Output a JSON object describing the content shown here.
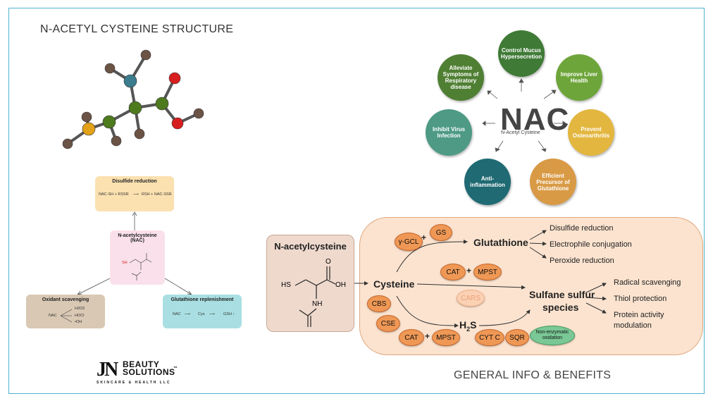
{
  "titles": {
    "structure": "N-ACETYL CYSTEINE STRUCTURE",
    "general": "GENERAL INFO & BENEFITS"
  },
  "mechanism": {
    "disulfide": {
      "title": "Disulfide reduction",
      "eq_left": "NAC-SH + RSSR",
      "eq_right": "RSH + NAC-SSR"
    },
    "nac": {
      "title_line1": "N-acetylcysteine",
      "title_line2": "(NAC)",
      "sh": "SH"
    },
    "oxidant": {
      "title": "Oxidant scavenging",
      "nac": "NAC",
      "products": [
        "H2O2",
        "HOCl",
        "•OH"
      ]
    },
    "glutathione": {
      "title": "Glutathione replenishment",
      "nac": "NAC",
      "cys": "Cys",
      "gsh": "GSH ↑"
    }
  },
  "logo": {
    "initials": "JN",
    "line1": "BEAUTY",
    "line2": "SOLUTIONS",
    "tm": "™",
    "tagline": "SKINCARE & HEALTH LLC"
  },
  "benefits": {
    "center_title": "NAC",
    "center_subtitle": "N-Acetyl Cysteine",
    "items": [
      {
        "label": "Control Mucus Hypersecretion",
        "color": "#3f7a36"
      },
      {
        "label": "Improve Liver Health",
        "color": "#6ea53b"
      },
      {
        "label": "Prevent Osteoarthritis",
        "color": "#e3b63f"
      },
      {
        "label": "Efficient Precursor of Glutathione",
        "color": "#d99a45"
      },
      {
        "label": "Anti-inflammation",
        "color": "#1f6a73"
      },
      {
        "label": "Inhibit Virus Infection",
        "color": "#4e9a85"
      },
      {
        "label": "Alleviate Symptoms of Respiratory disease",
        "color": "#4f7f33"
      }
    ]
  },
  "pathway": {
    "nac_title": "N-acetylcysteine",
    "hs": "HS",
    "oh": "OH",
    "o": "O",
    "nh": "NH",
    "cysteine": "Cysteine",
    "glutathione": "Glutathione",
    "sulfane_line1": "Sulfane sulfur",
    "sulfane_line2": "species",
    "h2s": "H",
    "h2s_sub": "2",
    "h2s_end": "S",
    "enzymes": {
      "ygcl": "γ-GCL",
      "gs": "GS",
      "cat1": "CAT",
      "mpst1": "MPST",
      "cars": "CARS",
      "cbs": "CBS",
      "cse": "CSE",
      "cat2": "CAT",
      "mpst2": "MPST",
      "cytc": "CYT C",
      "sqr": "SQR",
      "nonenz": "Non-enzymatic oxidation"
    },
    "plus": "+",
    "glut_outcomes": [
      "Disulfide reduction",
      "Electrophile conjugation",
      "Peroxide reduction"
    ],
    "sulfane_outcomes": [
      "Radical scavenging",
      "Thiol protection",
      "Protein activity",
      "modulation"
    ]
  }
}
